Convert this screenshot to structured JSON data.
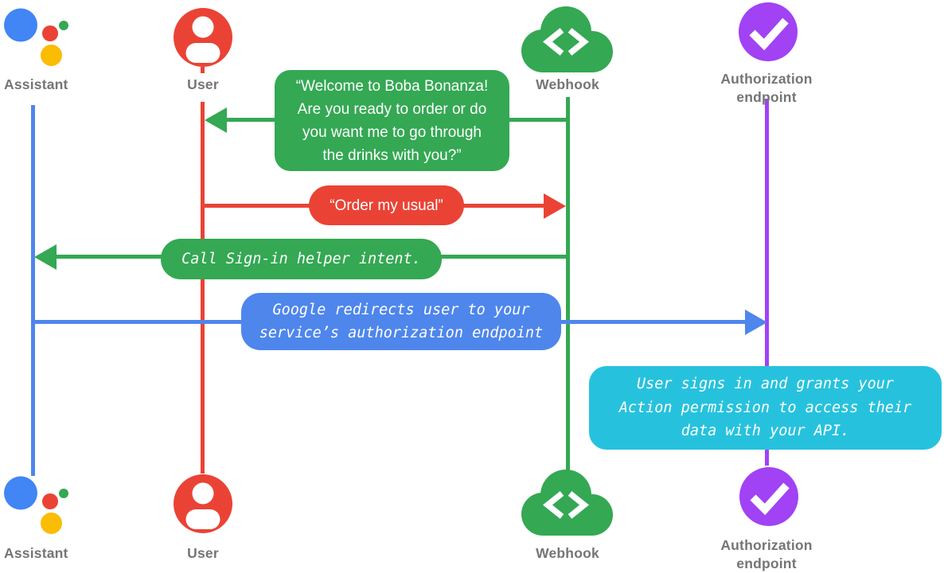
{
  "colors": {
    "assistant_blue": "#4285f4",
    "blue": "#4e86ec",
    "red": "#ea4335",
    "green": "#34a853",
    "yellow": "#fbbc04",
    "purple": "#a142f4",
    "cyan": "#26c2dd",
    "label_gray": "#757575",
    "bubble_text": "#ffffff"
  },
  "actors": [
    {
      "label": "Assistant",
      "icon": "google-assistant-icon",
      "lifeline_color": "#4e86ec"
    },
    {
      "label": "User",
      "icon": "user-icon",
      "lifeline_color": "#ea4335"
    },
    {
      "label": "Webhook",
      "icon": "cloud-code-icon",
      "lifeline_color": "#34a853"
    },
    {
      "label": "Authorization\nendpoint",
      "icon": "check-circle-icon",
      "lifeline_color": "#a142f4"
    }
  ],
  "messages": {
    "welcome": {
      "text": "“Welcome to Boba Bonanza!\nAre you ready to order or do\nyou want me to go through\nthe drinks with you?”",
      "from": "Webhook",
      "to": "User",
      "color": "#34a853",
      "style": "sans"
    },
    "order": {
      "text": "“Order my usual”",
      "from": "User",
      "to": "Webhook",
      "color": "#ea4335",
      "style": "sans"
    },
    "signin": {
      "text": "Call Sign-in helper intent.",
      "from": "Webhook",
      "to": "Assistant",
      "color": "#34a853",
      "style": "mono-italic"
    },
    "redirect": {
      "text": "Google redirects user to your\nservice’s authorization endpoint",
      "from": "Assistant",
      "to": "Authorization endpoint",
      "color": "#4e86ec",
      "style": "mono-italic"
    },
    "note": {
      "text": "User signs in and grants your\nAction permission to access their\ndata with your API.",
      "at": "Authorization endpoint",
      "color": "#26c2dd",
      "style": "mono-italic"
    }
  }
}
